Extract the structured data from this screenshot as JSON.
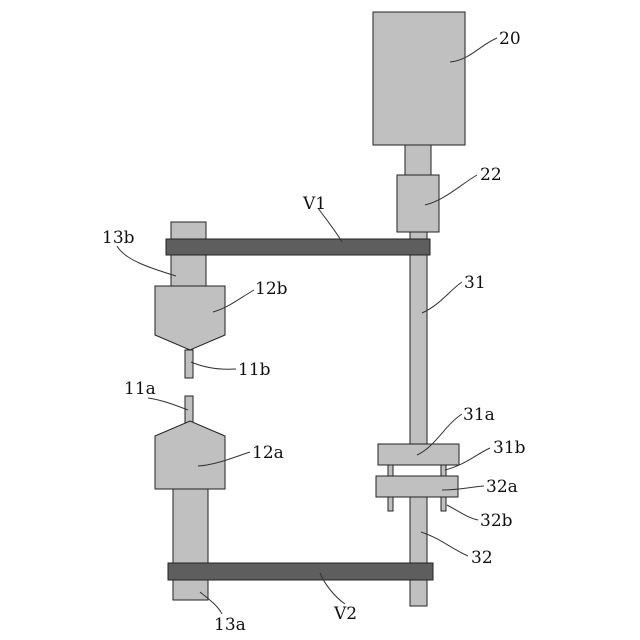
{
  "labels": {
    "motor": "20",
    "coupling": "22",
    "upper_bar": "V1",
    "lower_bar": "V2",
    "upper_shaft": "31",
    "upper_flange": "31a",
    "upper_bolt": "31b",
    "lower_flange": "32a",
    "lower_bolt": "32b",
    "lower_shaft": "32",
    "upper_mount": "13b",
    "upper_holder": "12b",
    "upper_tip": "11b",
    "lower_tip": "11a",
    "lower_holder": "12a",
    "lower_mount": "13a"
  }
}
